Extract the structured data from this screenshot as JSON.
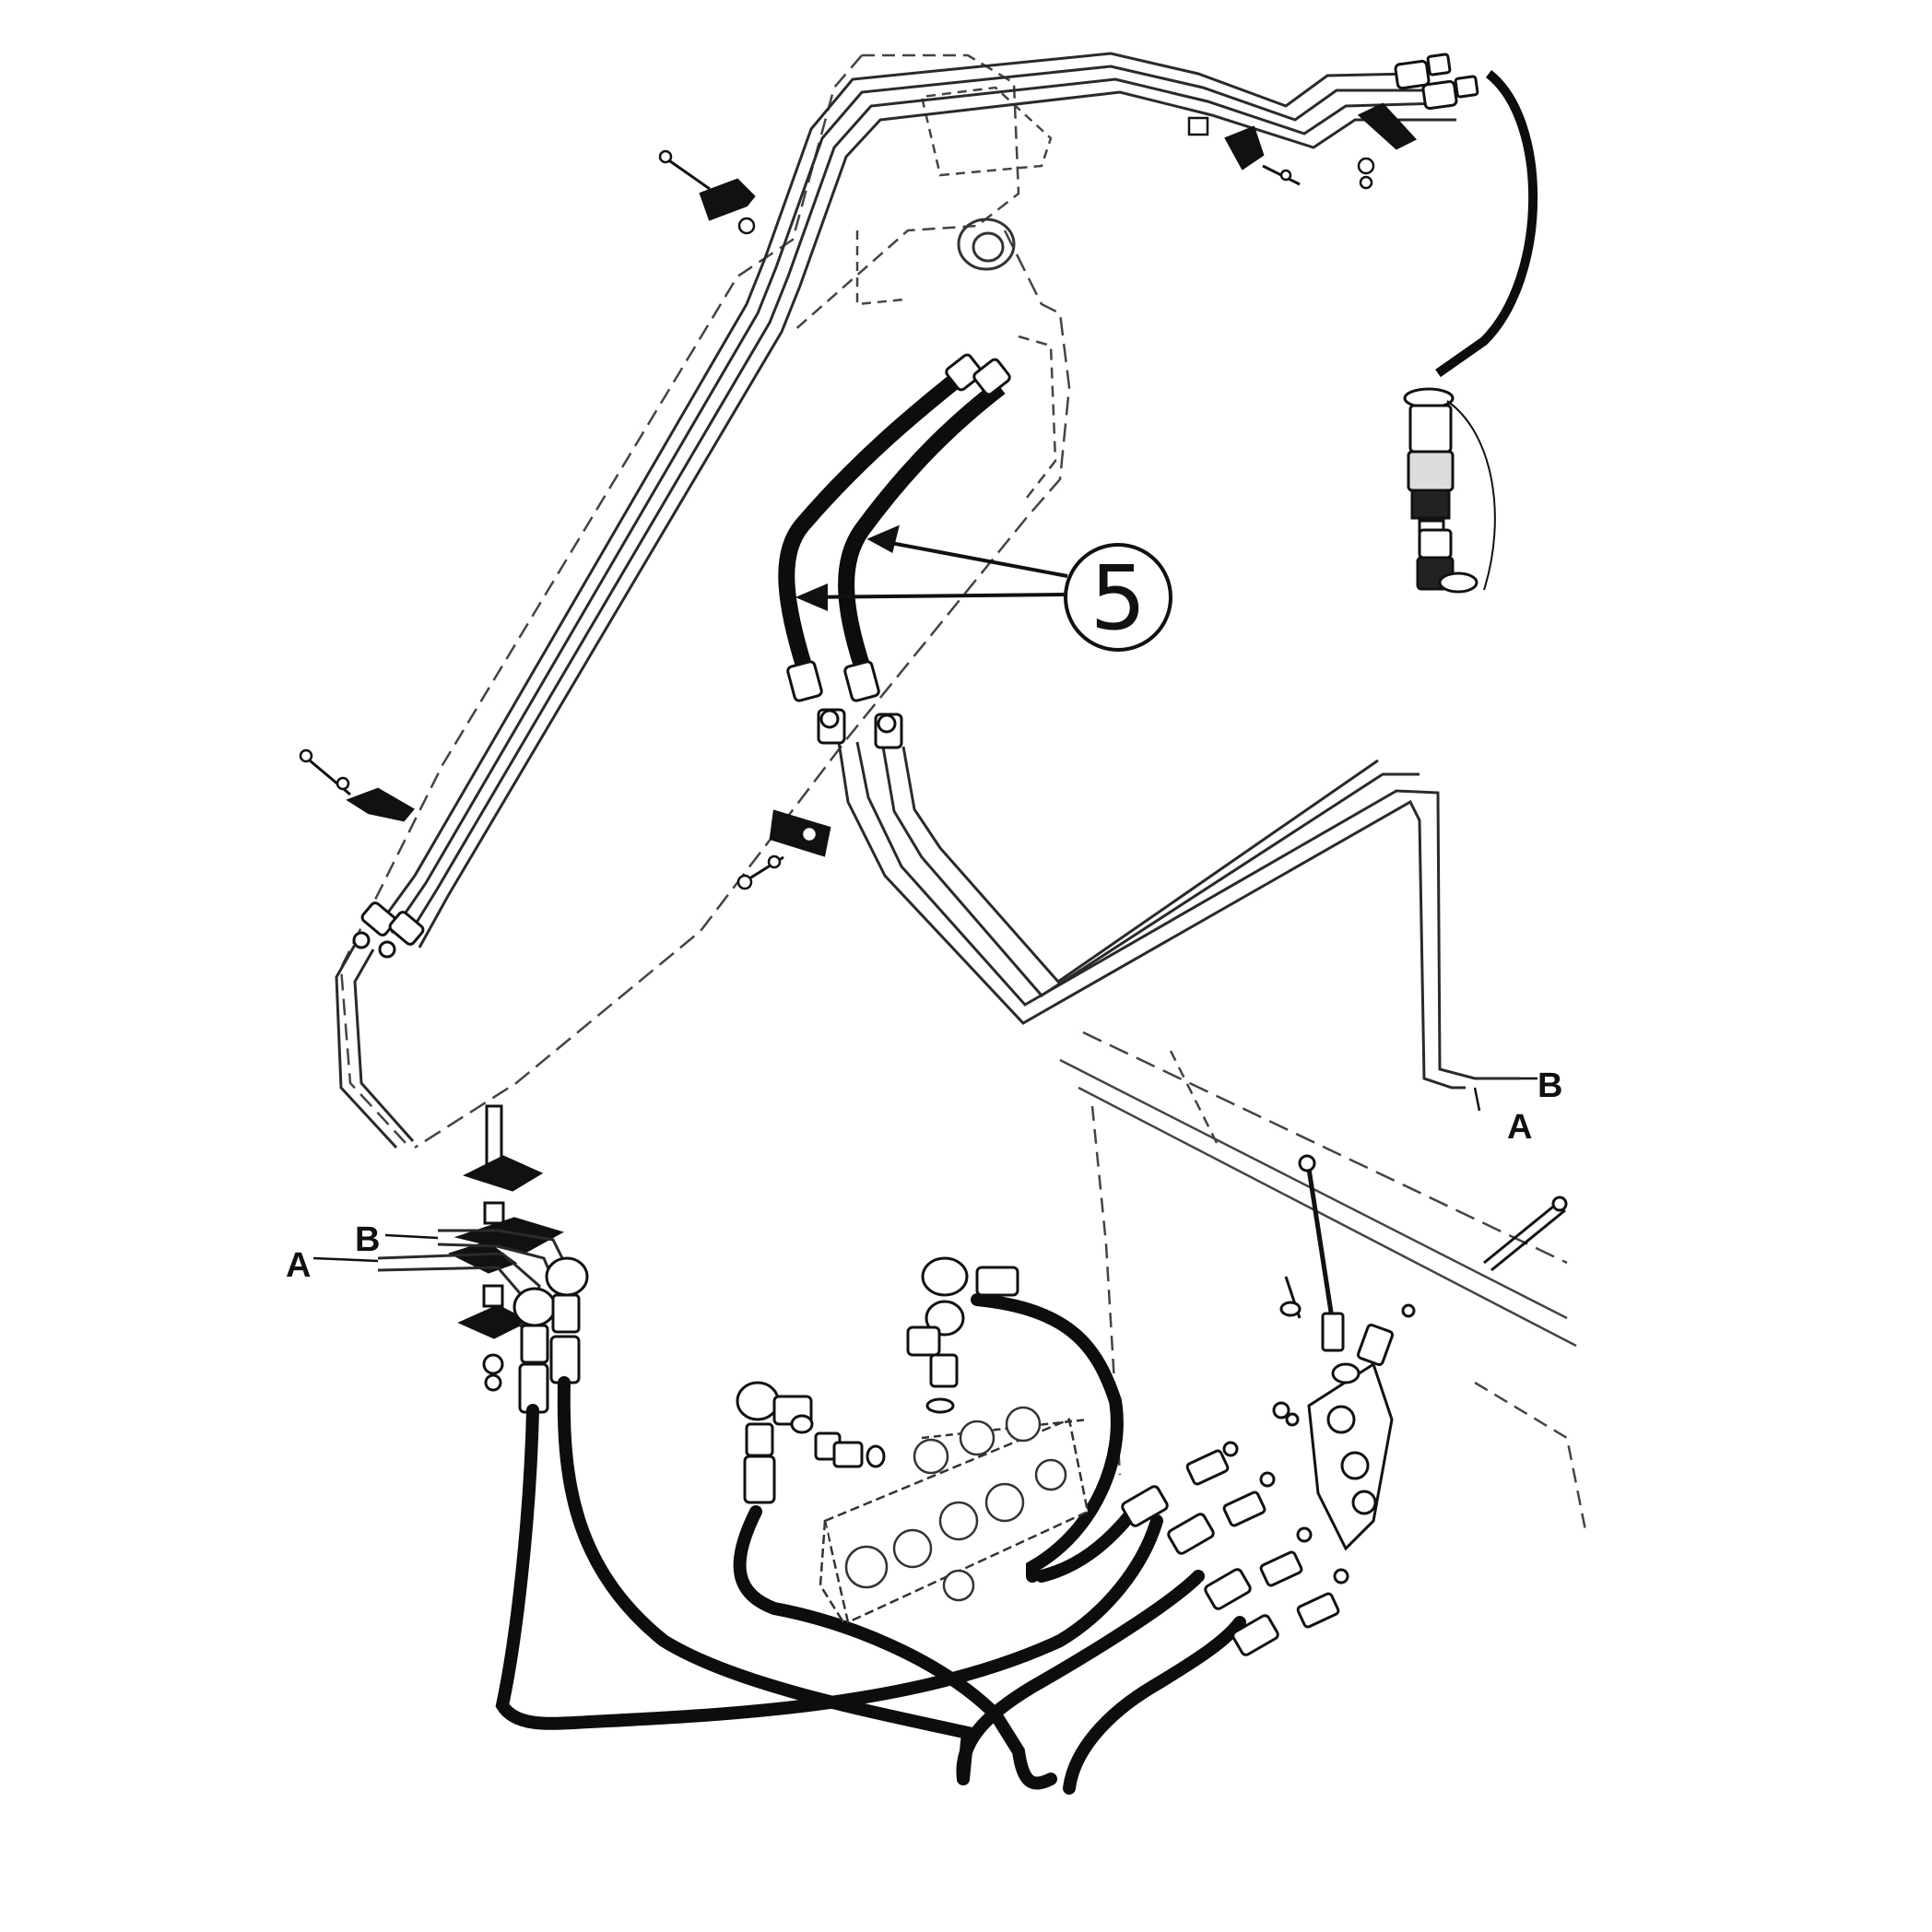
{
  "labels": {
    "callout_number": "5",
    "port_a_right": "A",
    "port_b_right": "B",
    "port_a_left": "A",
    "port_b_left": "B"
  },
  "colors": {
    "ink": "#111111",
    "outline": "#333333",
    "hose": "#0d0d0d",
    "background": "#ffffff"
  }
}
